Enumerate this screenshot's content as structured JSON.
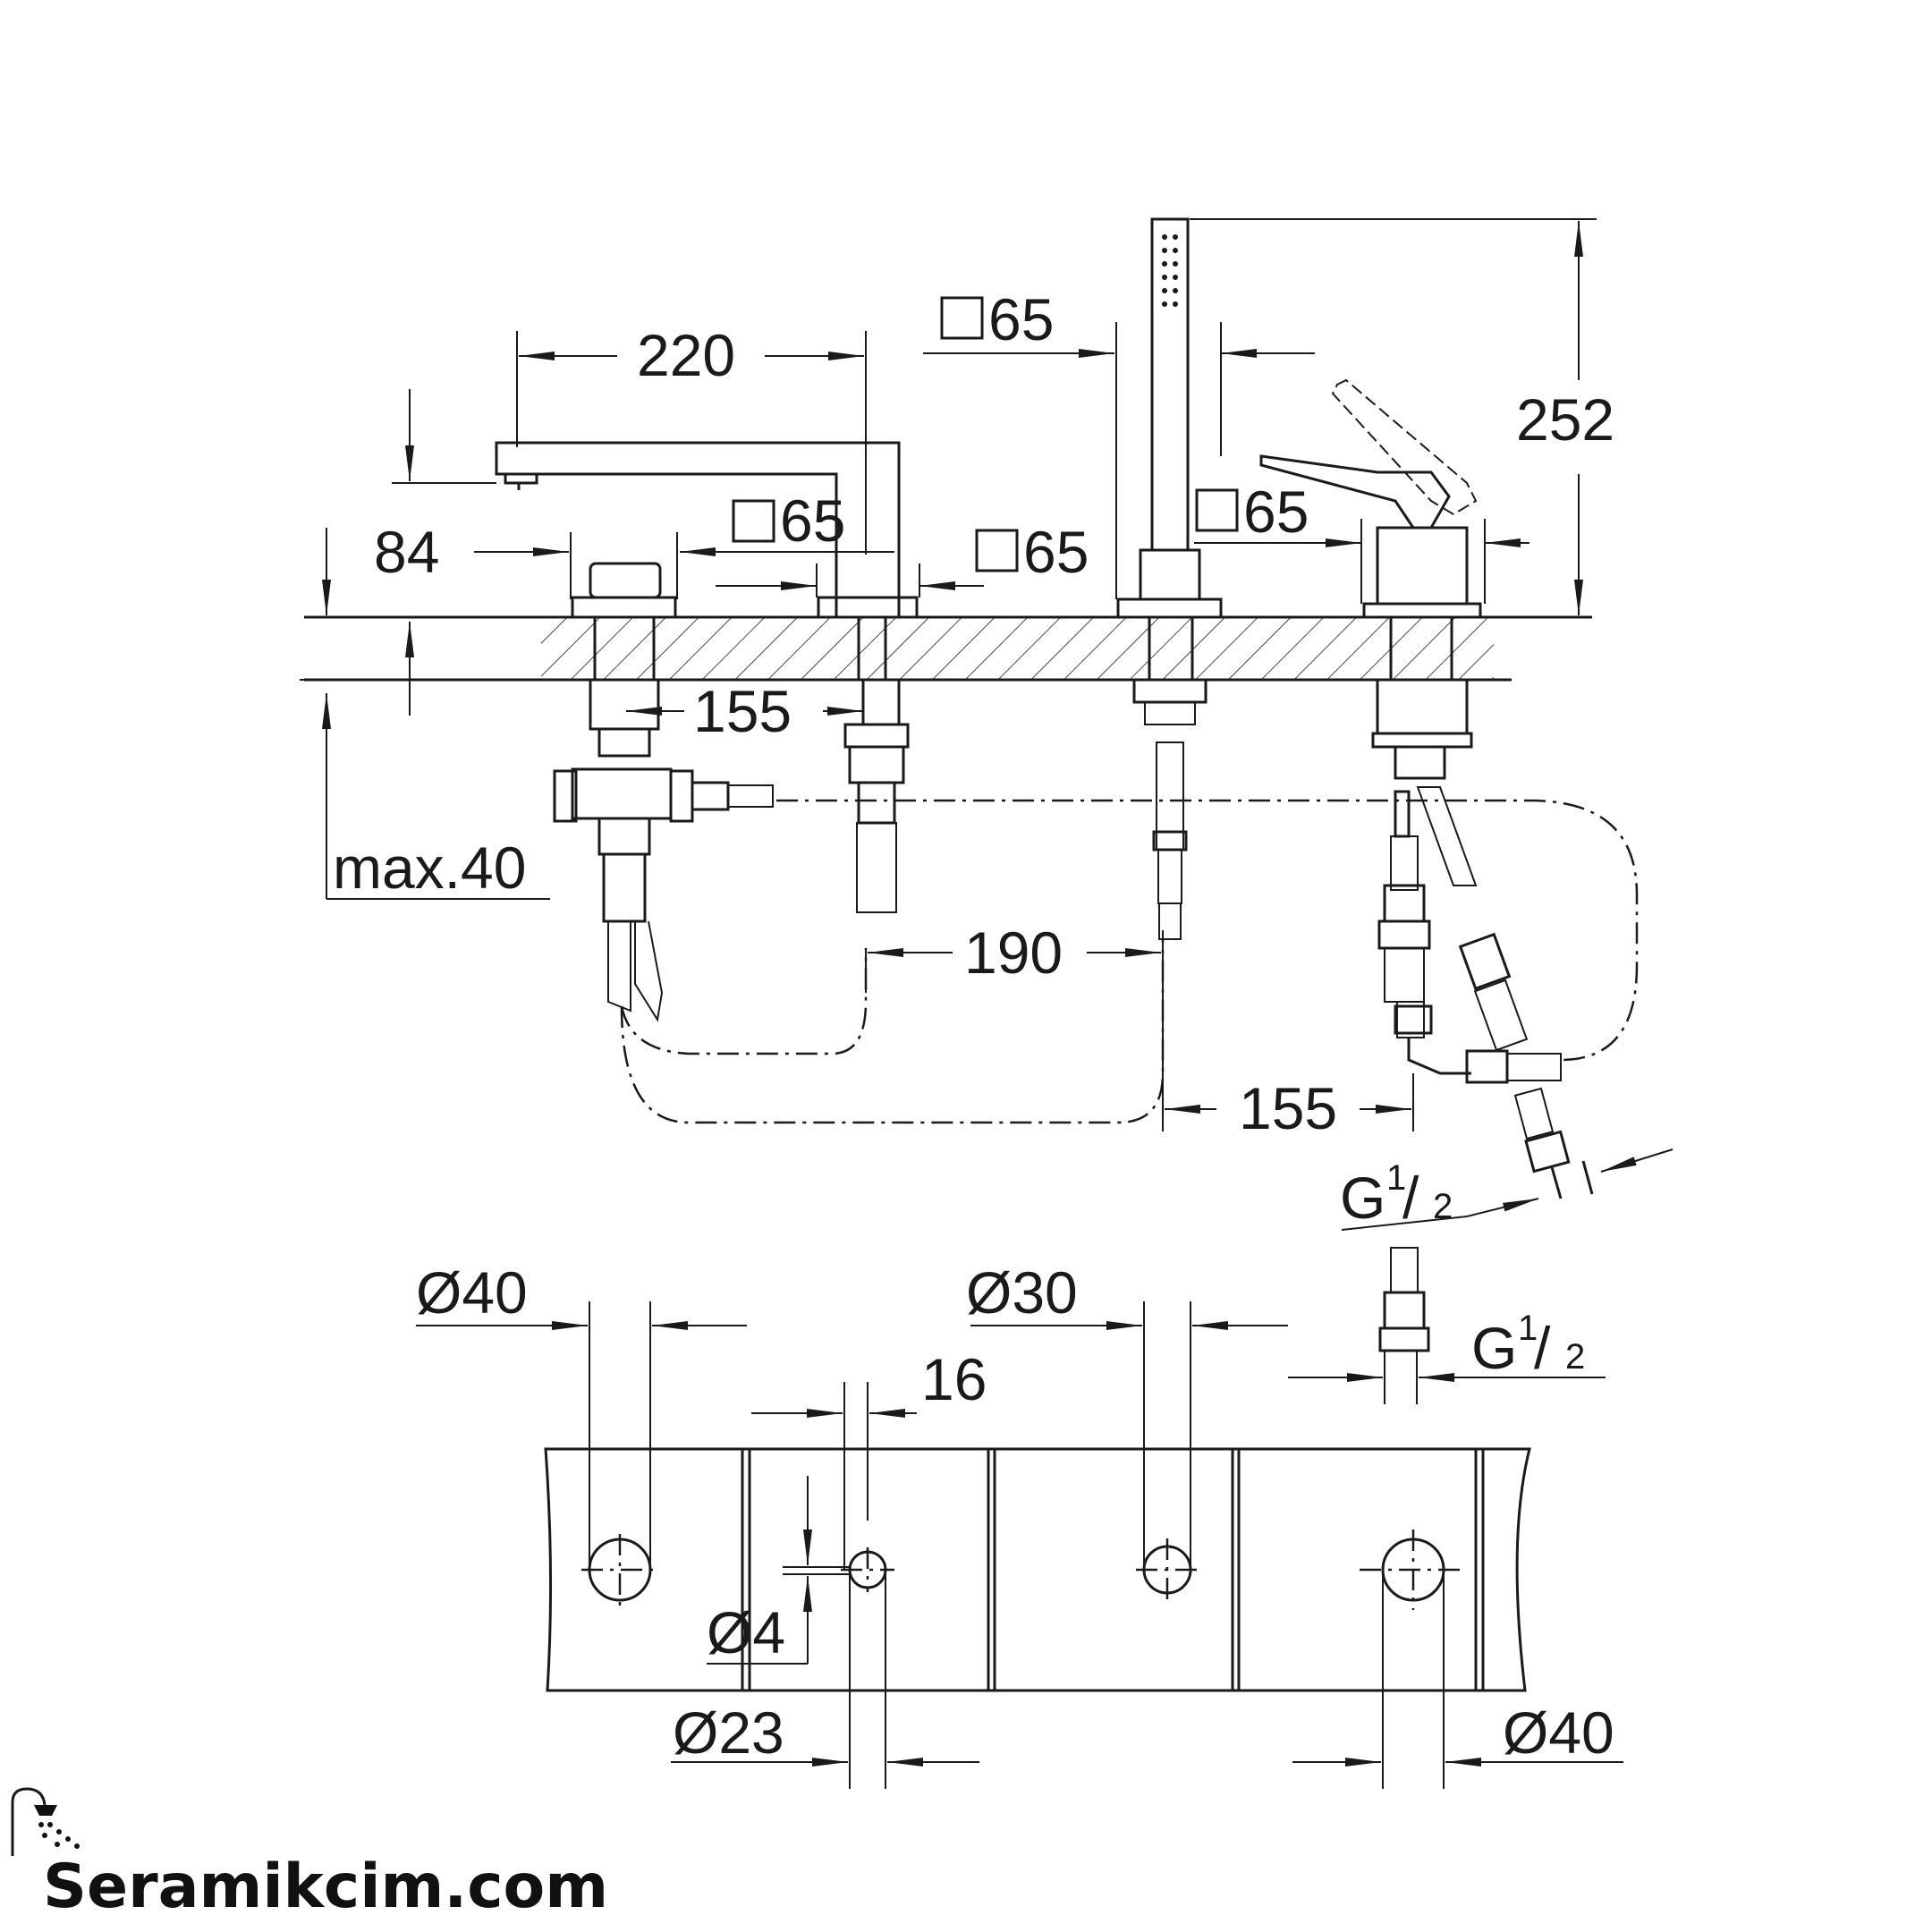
{
  "dimensions": {
    "spout_reach": "220",
    "spout_height": "84",
    "flange_square_top": "65",
    "flange_square_spout": "65",
    "flange_square_middle": "65",
    "flange_square_lever": "65",
    "total_height": "252",
    "spacing_left": "155",
    "spacing_middle": "190",
    "spacing_right": "155",
    "deck_thickness": "max.40",
    "thread_top": "G",
    "thread_top_fraction_num": "1",
    "thread_top_fraction_den": "2",
    "thread_bottom": "G",
    "thread_bottom_fraction_num": "1",
    "thread_bottom_fraction_den": "2",
    "hole_left": "Ø40",
    "hole_middle": "Ø30",
    "hole_right": "Ø40",
    "hole_small": "Ø23",
    "pin_offset": "16",
    "pin_diameter": "Ø4"
  },
  "watermark": {
    "text": "Seramikcim.com",
    "icon": "shower-icon"
  }
}
